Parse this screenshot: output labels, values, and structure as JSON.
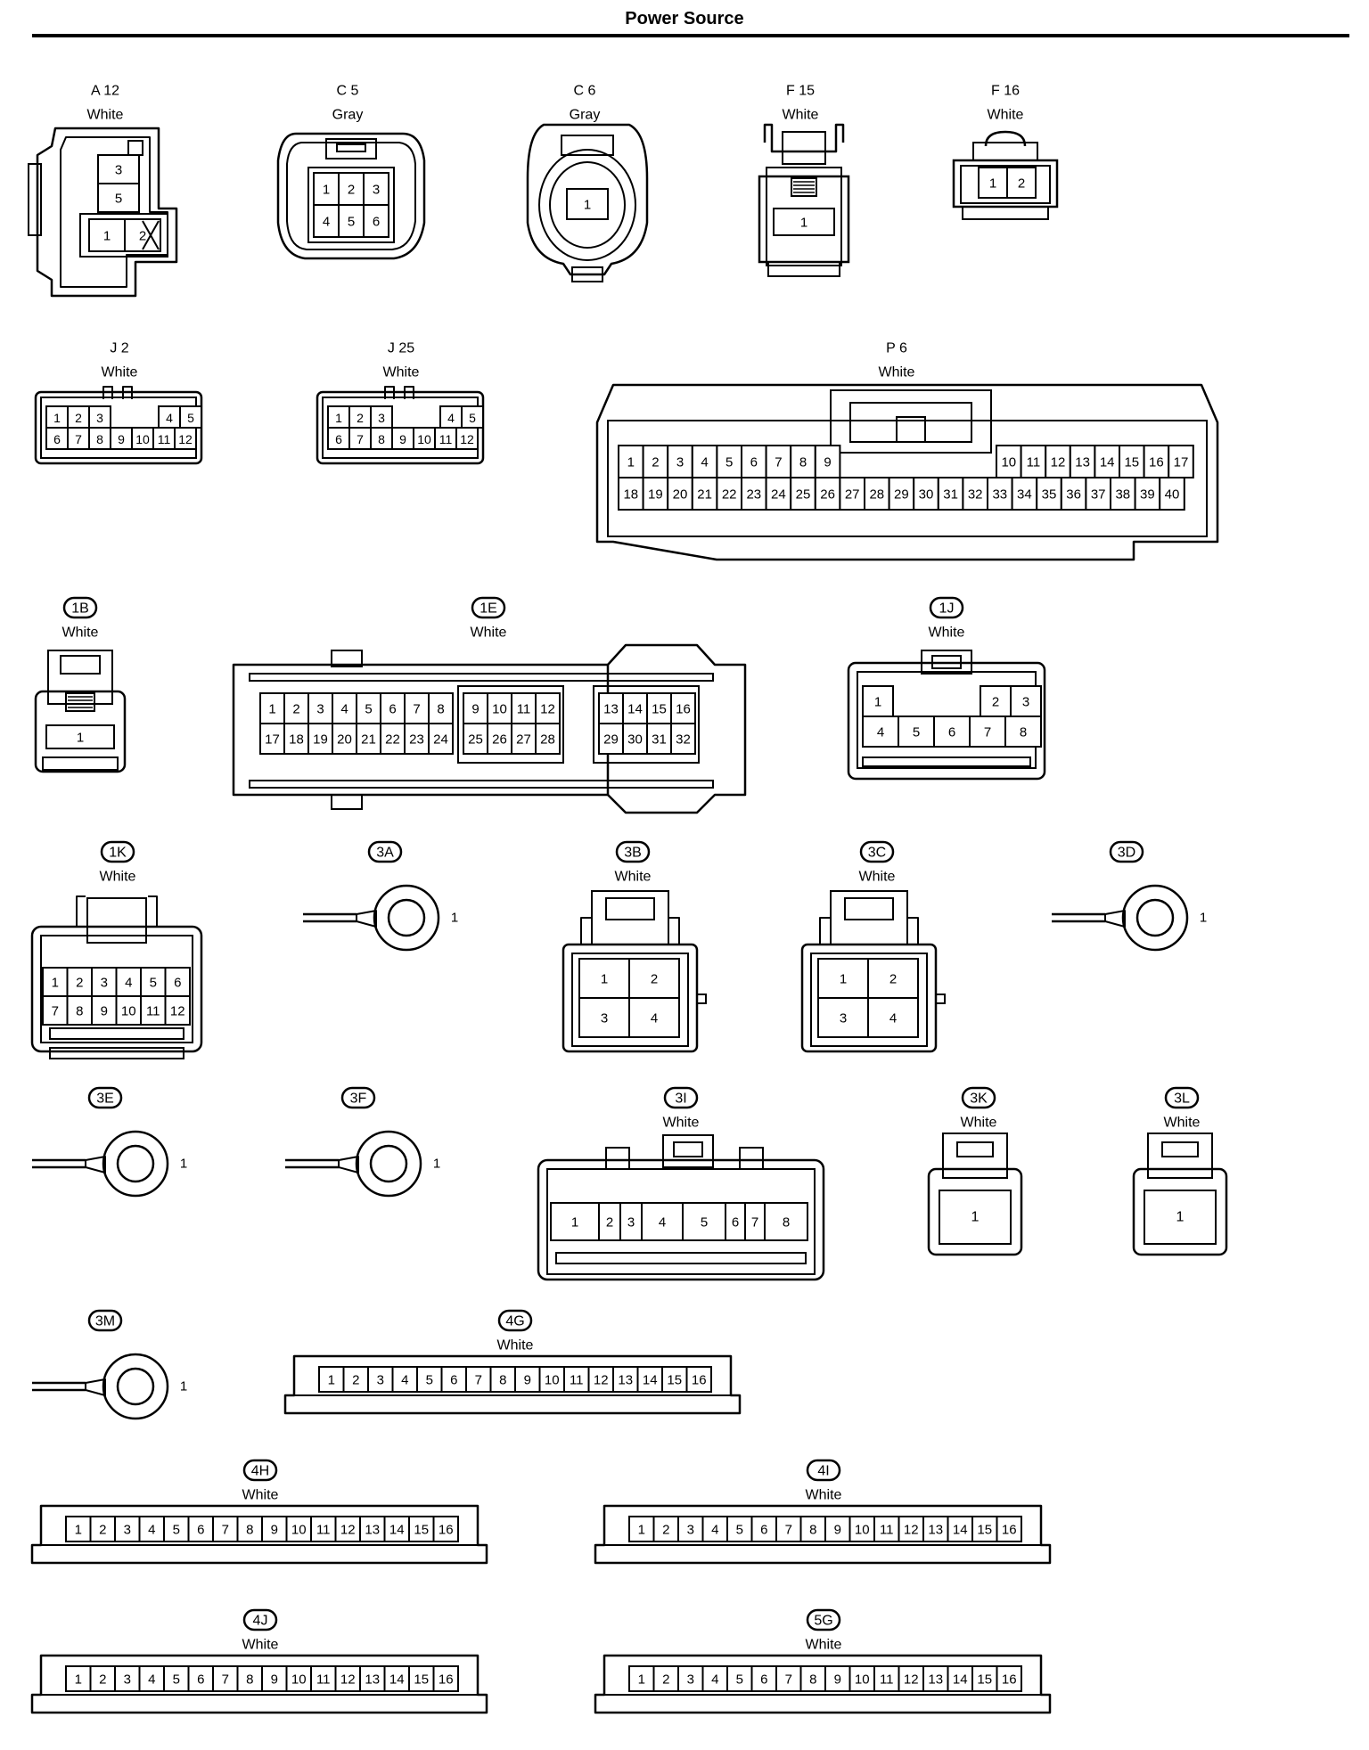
{
  "title": "Power Source",
  "connectors": [
    {
      "id": "a12",
      "code": "A 12",
      "color": "White",
      "kind": "a12",
      "pins": [
        "3",
        "5",
        "1",
        "2"
      ]
    },
    {
      "id": "c5",
      "code": "C 5",
      "color": "Gray",
      "kind": "c5",
      "pins": [
        "1",
        "2",
        "3",
        "4",
        "5",
        "6"
      ]
    },
    {
      "id": "c6",
      "code": "C 6",
      "color": "Gray",
      "kind": "c6",
      "pins": [
        "1"
      ]
    },
    {
      "id": "f15",
      "code": "F 15",
      "color": "White",
      "kind": "f15",
      "pins": [
        "1"
      ]
    },
    {
      "id": "f16",
      "code": "F 16",
      "color": "White",
      "kind": "f16",
      "pins": [
        "1",
        "2"
      ]
    },
    {
      "id": "j2",
      "code": "J 2",
      "color": "White",
      "kind": "j12",
      "pins": [
        "1",
        "2",
        "3",
        "4",
        "5",
        "6",
        "7",
        "8",
        "9",
        "10",
        "11",
        "12"
      ]
    },
    {
      "id": "j25",
      "code": "J 25",
      "color": "White",
      "kind": "j12",
      "pins": [
        "1",
        "2",
        "3",
        "4",
        "5",
        "6",
        "7",
        "8",
        "9",
        "10",
        "11",
        "12"
      ]
    },
    {
      "id": "p6",
      "code": "P 6",
      "color": "White",
      "kind": "p6",
      "pins": [
        "1",
        "2",
        "3",
        "4",
        "5",
        "6",
        "7",
        "8",
        "9",
        "10",
        "11",
        "12",
        "13",
        "14",
        "15",
        "16",
        "17",
        "18",
        "19",
        "20",
        "21",
        "22",
        "23",
        "24",
        "25",
        "26",
        "27",
        "28",
        "29",
        "30",
        "31",
        "32",
        "33",
        "34",
        "35",
        "36",
        "37",
        "38",
        "39",
        "40"
      ]
    },
    {
      "id": "1b",
      "code": "1B",
      "color": "White",
      "kind": "single",
      "pins": [
        "1"
      ]
    },
    {
      "id": "1e",
      "code": "1E",
      "color": "White",
      "kind": "e32",
      "pins": [
        "1",
        "2",
        "3",
        "4",
        "5",
        "6",
        "7",
        "8",
        "9",
        "10",
        "11",
        "12",
        "13",
        "14",
        "15",
        "16",
        "17",
        "18",
        "19",
        "20",
        "21",
        "22",
        "23",
        "24",
        "25",
        "26",
        "27",
        "28",
        "29",
        "30",
        "31",
        "32"
      ]
    },
    {
      "id": "1j",
      "code": "1J",
      "color": "White",
      "kind": "j8",
      "pins": [
        "1",
        "2",
        "3",
        "4",
        "5",
        "6",
        "7",
        "8"
      ]
    },
    {
      "id": "1k",
      "code": "1K",
      "color": "White",
      "kind": "k12",
      "pins": [
        "1",
        "2",
        "3",
        "4",
        "5",
        "6",
        "7",
        "8",
        "9",
        "10",
        "11",
        "12"
      ]
    },
    {
      "id": "3a",
      "code": "3A",
      "color": "",
      "kind": "ring",
      "pins": [
        "1"
      ]
    },
    {
      "id": "3b",
      "code": "3B",
      "color": "White",
      "kind": "quad",
      "pins": [
        "1",
        "2",
        "3",
        "4"
      ]
    },
    {
      "id": "3c",
      "code": "3C",
      "color": "White",
      "kind": "quad",
      "pins": [
        "1",
        "2",
        "3",
        "4"
      ]
    },
    {
      "id": "3d",
      "code": "3D",
      "color": "",
      "kind": "ring",
      "pins": [
        "1"
      ]
    },
    {
      "id": "3e",
      "code": "3E",
      "color": "",
      "kind": "ring",
      "pins": [
        "1"
      ]
    },
    {
      "id": "3f",
      "code": "3F",
      "color": "",
      "kind": "ring",
      "pins": [
        "1"
      ]
    },
    {
      "id": "3i",
      "code": "3I",
      "color": "White",
      "kind": "i8",
      "pins": [
        "1",
        "2",
        "3",
        "4",
        "5",
        "6",
        "7",
        "8"
      ]
    },
    {
      "id": "3k",
      "code": "3K",
      "color": "White",
      "kind": "single2",
      "pins": [
        "1"
      ]
    },
    {
      "id": "3l",
      "code": "3L",
      "color": "White",
      "kind": "single2",
      "pins": [
        "1"
      ]
    },
    {
      "id": "3m",
      "code": "3M",
      "color": "",
      "kind": "ring",
      "pins": [
        "1"
      ]
    },
    {
      "id": "4g",
      "code": "4G",
      "color": "White",
      "kind": "strip16",
      "pins": [
        "1",
        "2",
        "3",
        "4",
        "5",
        "6",
        "7",
        "8",
        "9",
        "10",
        "11",
        "12",
        "13",
        "14",
        "15",
        "16"
      ]
    },
    {
      "id": "4h",
      "code": "4H",
      "color": "White",
      "kind": "strip16",
      "pins": [
        "1",
        "2",
        "3",
        "4",
        "5",
        "6",
        "7",
        "8",
        "9",
        "10",
        "11",
        "12",
        "13",
        "14",
        "15",
        "16"
      ]
    },
    {
      "id": "4i",
      "code": "4I",
      "color": "White",
      "kind": "strip16",
      "pins": [
        "1",
        "2",
        "3",
        "4",
        "5",
        "6",
        "7",
        "8",
        "9",
        "10",
        "11",
        "12",
        "13",
        "14",
        "15",
        "16"
      ]
    },
    {
      "id": "4j",
      "code": "4J",
      "color": "White",
      "kind": "strip16",
      "pins": [
        "1",
        "2",
        "3",
        "4",
        "5",
        "6",
        "7",
        "8",
        "9",
        "10",
        "11",
        "12",
        "13",
        "14",
        "15",
        "16"
      ]
    },
    {
      "id": "5g",
      "code": "5G",
      "color": "White",
      "kind": "strip16",
      "pins": [
        "1",
        "2",
        "3",
        "4",
        "5",
        "6",
        "7",
        "8",
        "9",
        "10",
        "11",
        "12",
        "13",
        "14",
        "15",
        "16"
      ]
    }
  ]
}
